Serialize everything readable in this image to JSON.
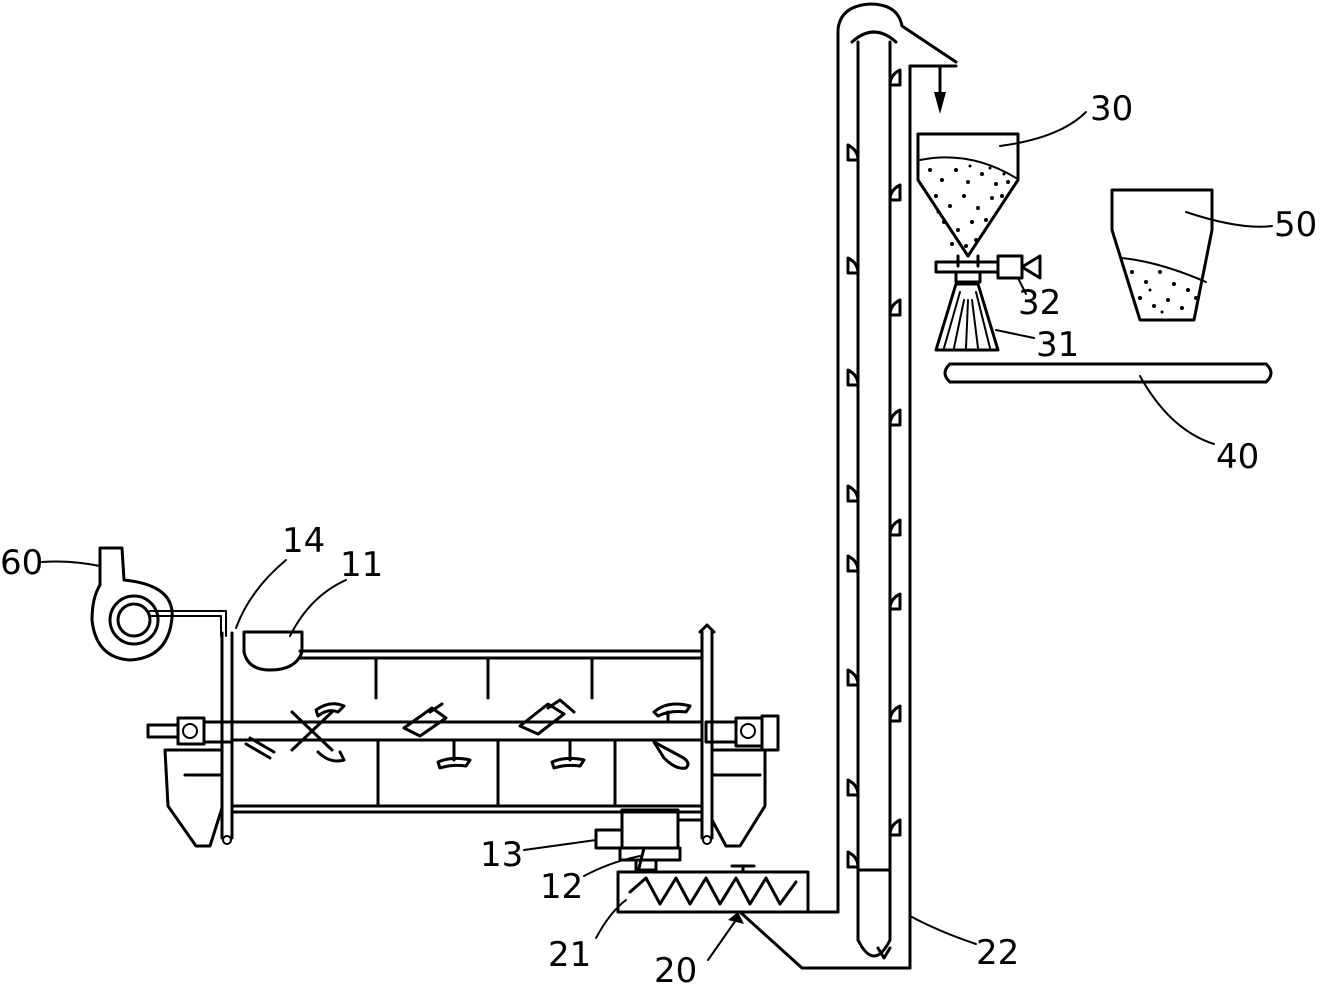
{
  "labels": {
    "l60": "60",
    "l14": "14",
    "l11": "11",
    "l13": "13",
    "l12": "12",
    "l21": "21",
    "l20": "20",
    "l22": "22",
    "l30": "30",
    "l50": "50",
    "l32": "32",
    "l31": "31",
    "l40": "40"
  }
}
